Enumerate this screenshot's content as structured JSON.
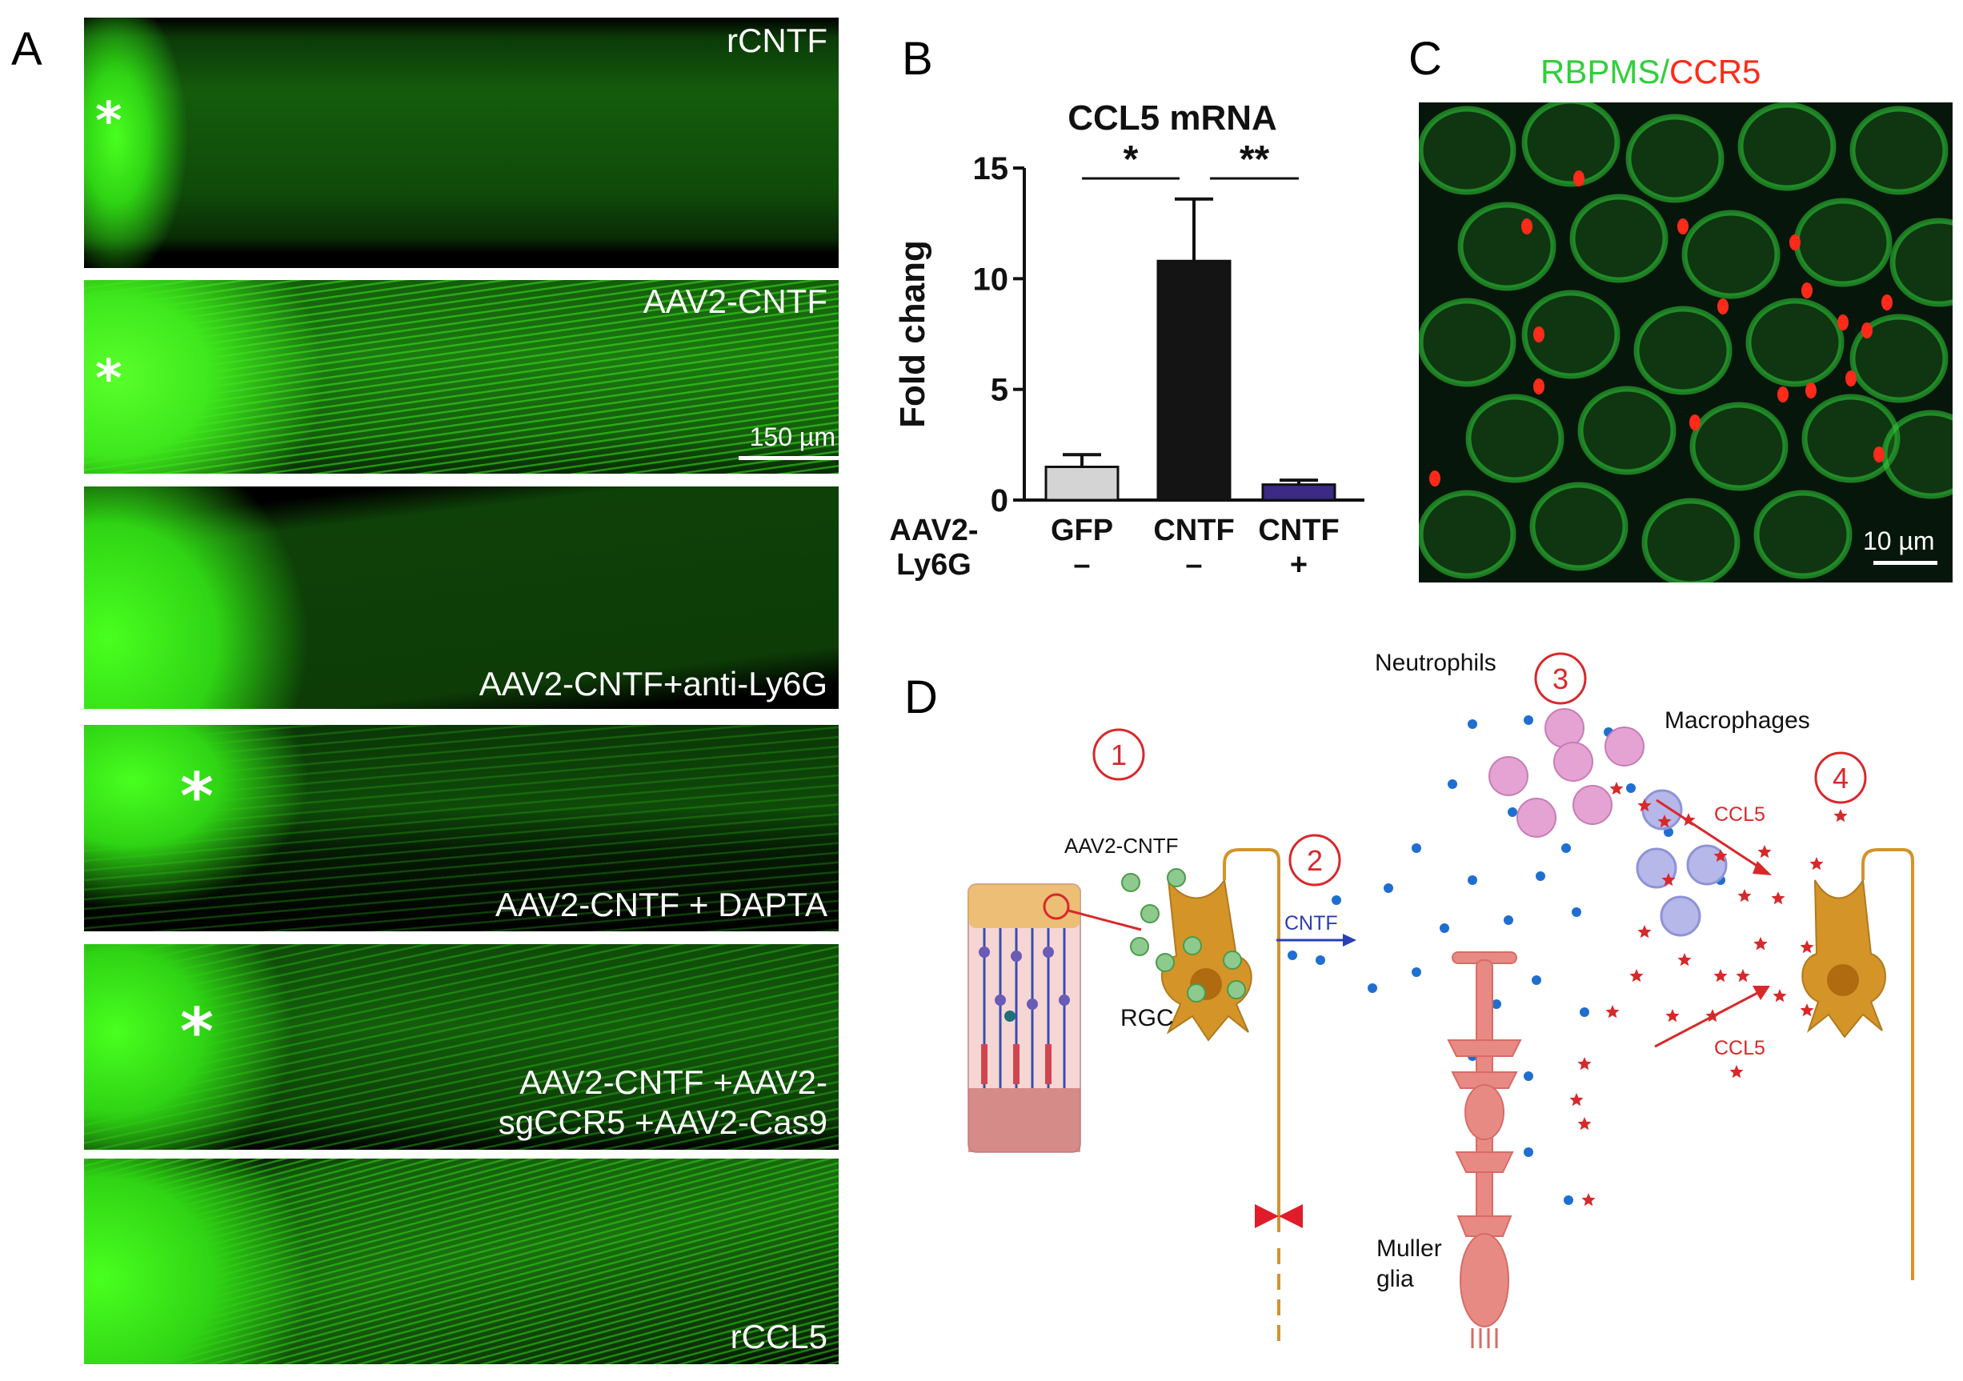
{
  "panels": {
    "a": "A",
    "b": "B",
    "c": "C",
    "d": "D"
  },
  "panelA": {
    "images": [
      {
        "label": "rCNTF",
        "asterisk": "*"
      },
      {
        "label": "AAV2-CNTF",
        "asterisk": "*",
        "scale": "150 µm"
      },
      {
        "label": "AAV2-CNTF+anti-Ly6G"
      },
      {
        "label": "AAV2-CNTF + DAPTA",
        "asterisk": "*"
      },
      {
        "label_line1": "AAV2-CNTF +AAV2-",
        "label_line2": "sgCCR5 +AAV2-Cas9",
        "asterisk": "*"
      },
      {
        "label": "rCCL5"
      }
    ]
  },
  "chart_data": {
    "type": "bar",
    "title": "CCL5 mRNA",
    "ylabel": "Fold chang",
    "ylim": [
      0,
      15
    ],
    "yticks": [
      0,
      5,
      10,
      15
    ],
    "row_label_line1": "AAV2-",
    "row_label_line2": "Ly6G",
    "categories": [
      "GFP",
      "CNTF",
      "CNTF"
    ],
    "ly6g": [
      "–",
      "–",
      "+"
    ],
    "values": [
      1.5,
      10.8,
      0.7
    ],
    "errors": [
      0.55,
      2.8,
      0.2
    ],
    "colors": [
      "#d4d4d4",
      "#141414",
      "#3b2a86"
    ],
    "significance": [
      {
        "from": 0,
        "to": 1,
        "label": "*"
      },
      {
        "from": 1,
        "to": 2,
        "label": "**"
      }
    ]
  },
  "panelC": {
    "title_green": "RBPMS",
    "title_slash": "/",
    "title_red": "CCR5",
    "scale": "10 µm",
    "green": "#2fcf3a",
    "red": "#ff2a1a"
  },
  "panelD": {
    "neutrophils": "Neutrophils",
    "macrophages": "Macrophages",
    "aav2_cntf": "AAV2-CNTF",
    "rgc": "RGC",
    "cntf": "CNTF",
    "ccl5_top": "CCL5",
    "ccl5_bottom": "CCL5",
    "muller_1": "Muller",
    "muller_2": "glia",
    "steps": [
      "1",
      "2",
      "3",
      "4"
    ],
    "accent_red": "#d9282a",
    "accent_blue": "#2a3fb3"
  }
}
